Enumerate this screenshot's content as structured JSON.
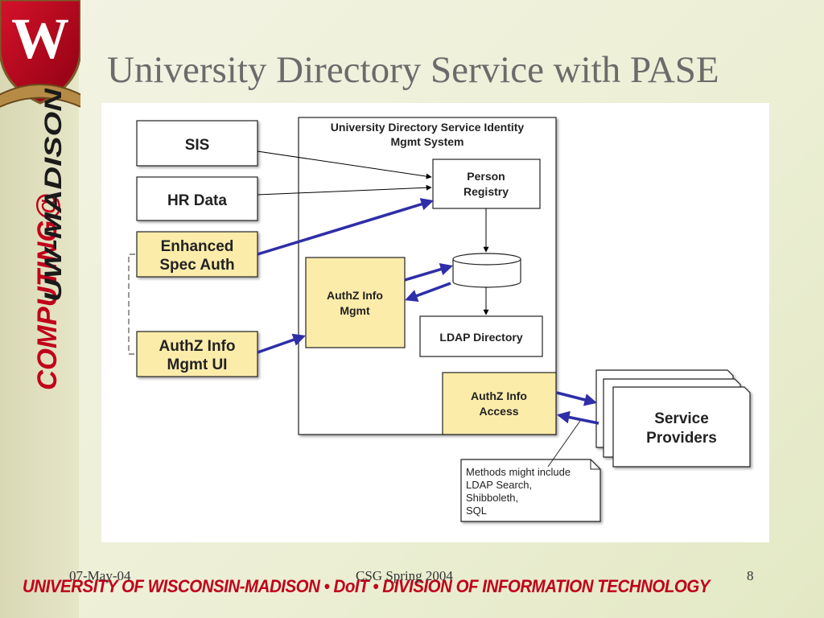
{
  "slide": {
    "title": "University Directory Service with PASE",
    "footer": {
      "date": "07-May-04",
      "center": "CSG Spring 2004",
      "page": "8",
      "banner": "UNIVERSITY OF WISCONSIN-MADISON • DoIT • DIVISION OF INFORMATION TECHNOLOGY"
    },
    "sidebar": {
      "logo_letter": "W",
      "brand_line1": "COMPUTING@",
      "brand_line2": "UW-MADISON"
    }
  },
  "colors": {
    "accent_red": "#c0001a",
    "arrow_blue": "#2e2ea8",
    "highlight_yellow": "#fcecaa",
    "title_gray": "#6b6b6b"
  },
  "diagram": {
    "system_title_line1": "University Directory Service Identity",
    "system_title_line2": "Mgmt System",
    "boxes": {
      "sis": "SIS",
      "hr_data": "HR Data",
      "enhanced_line1": "Enhanced",
      "enhanced_line2": "Spec Auth",
      "authz_ui_line1": "AuthZ Info",
      "authz_ui_line2": "Mgmt UI",
      "person_registry_line1": "Person",
      "person_registry_line2": "Registry",
      "authz_mgmt_line1": "AuthZ Info",
      "authz_mgmt_line2": "Mgmt",
      "ldap_directory": "LDAP Directory",
      "authz_access_line1": "AuthZ Info",
      "authz_access_line2": "Access",
      "service_providers_line1": "Service",
      "service_providers_line2": "Providers"
    },
    "note_lines": [
      "Methods might include",
      "LDAP Search,",
      "Shibboleth,",
      "SQL"
    ]
  }
}
